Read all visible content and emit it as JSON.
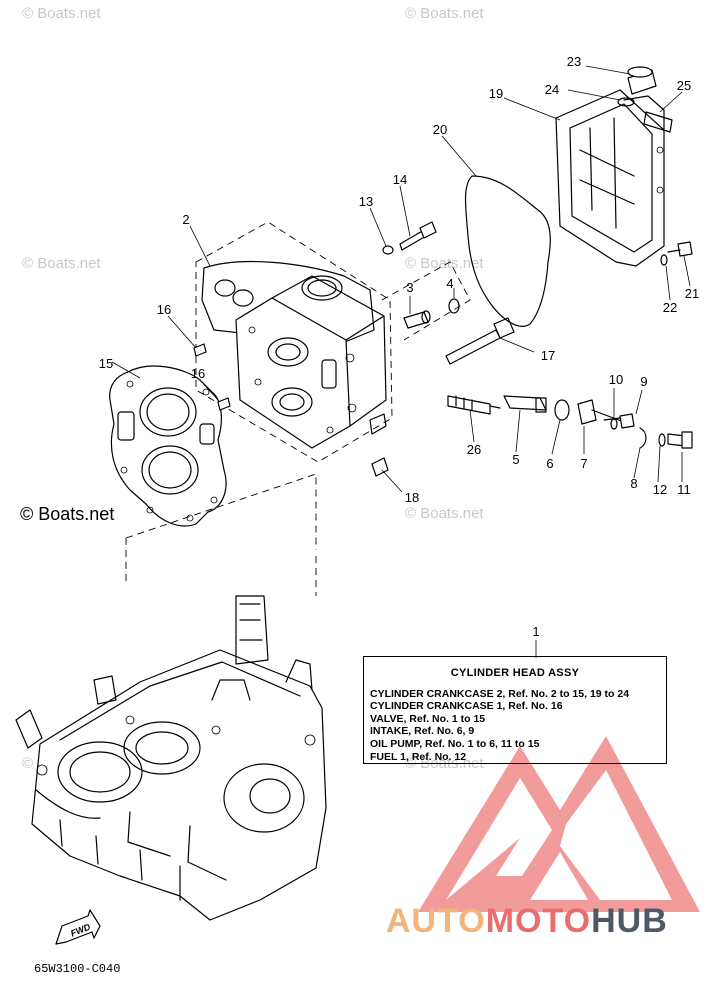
{
  "watermarks": [
    "© Boats.net",
    "© Boats.net",
    "© Boats.net",
    "© Boats.net",
    "© Boats.net",
    "© Boats.net",
    "© Boats.net"
  ],
  "watermark_bold": "© Boats.net",
  "callouts": [
    "1",
    "2",
    "3",
    "4",
    "5",
    "6",
    "7",
    "8",
    "9",
    "10",
    "11",
    "12",
    "13",
    "14",
    "15",
    "16",
    "16",
    "17",
    "18",
    "19",
    "20",
    "21",
    "22",
    "23",
    "24",
    "25",
    "26"
  ],
  "spec_box": {
    "title": "CYLINDER HEAD ASSY",
    "lines": [
      "CYLINDER CRANKCASE 2,  Ref. No. 2 to 15, 19 to 24",
      "CYLINDER CRANKCASE 1,  Ref. No. 16",
      "VALVE,  Ref. No. 1 to 15",
      "INTAKE,  Ref. No. 6, 9",
      "OIL PUMP,  Ref. No. 1 to 6, 11 to 15",
      "FUEL 1,  Ref. No. 12"
    ]
  },
  "fwd_label": "FWD",
  "diagram_code": "65W3100-C040",
  "brand": {
    "part1": "AUTO",
    "part2": "MOTO",
    "part3": "HUB"
  },
  "colors": {
    "brand_orange": "#f3b47a",
    "brand_red": "#ea6d6d",
    "brand_gray": "#4f5a66",
    "watermark": "#c8c8c8"
  }
}
